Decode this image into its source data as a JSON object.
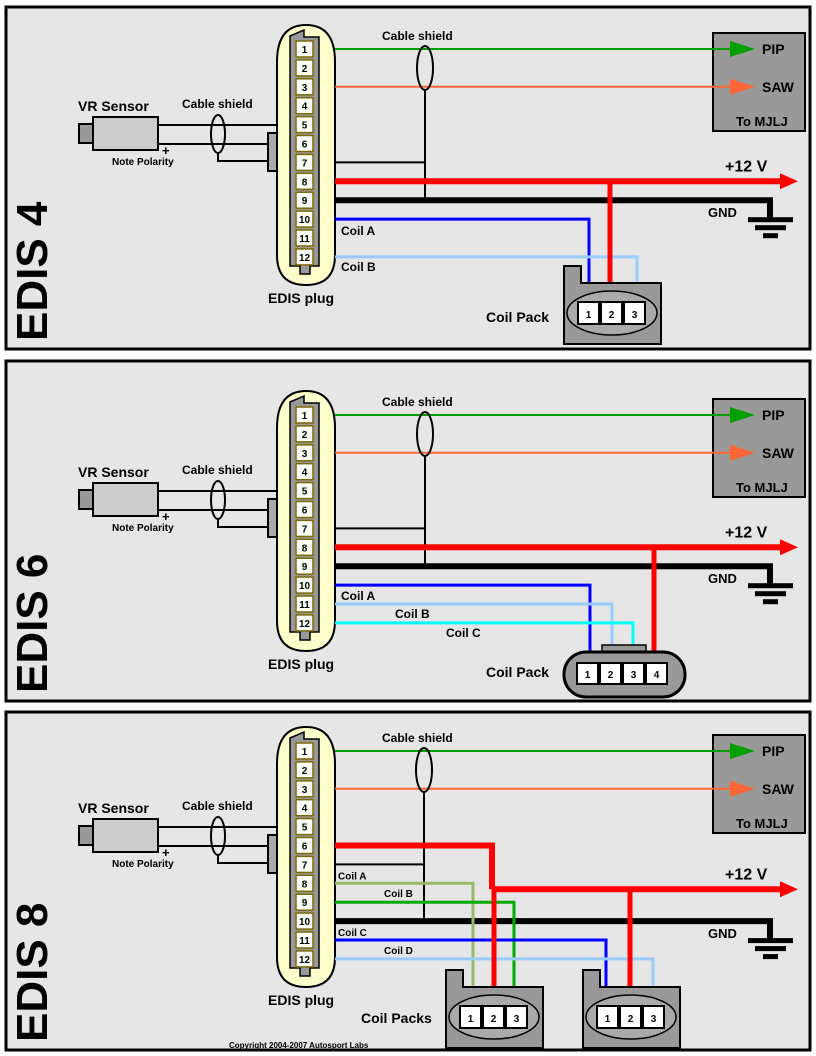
{
  "colors": {
    "panel_bg": "#e6e6e6",
    "plug_body": "#ffffcc",
    "plug_core": "#999999",
    "pin_border": "#7a6a00",
    "pip_wire": "#00a000",
    "saw_wire": "#ff6633",
    "power": "#ff0000",
    "ground": "#000000",
    "coil_blue": "#0000ff",
    "coil_lightblue": "#99ccff",
    "coil_cyan": "#00ffff",
    "coil_olive": "#99bb66",
    "coil_green": "#00aa00",
    "mjlj_box": "#999999",
    "coilpack_body": "#999999",
    "sensor_body": "#cccccc"
  },
  "common": {
    "vr_sensor": "VR Sensor",
    "cable_shield": "Cable shield",
    "note_polarity": "Note Polarity",
    "plus_sign": "+",
    "edis_plug": "EDIS plug",
    "pip": "PIP",
    "saw": "SAW",
    "to_mjlj": "To MJLJ",
    "plus12v": "+12 V",
    "gnd": "GND",
    "pins": [
      "1",
      "2",
      "3",
      "4",
      "5",
      "6",
      "7",
      "8",
      "9",
      "10",
      "11",
      "12"
    ]
  },
  "panels": [
    {
      "title": "EDIS 4",
      "coil_pack_label": "Coil Pack",
      "coil_labels": [
        "Coil A",
        "Coil B"
      ],
      "coil_pack_pins": [
        "1",
        "2",
        "3"
      ]
    },
    {
      "title": "EDIS 6",
      "coil_pack_label": "Coil Pack",
      "coil_labels": [
        "Coil A",
        "Coil B",
        "Coil C"
      ],
      "coil_pack_pins": [
        "1",
        "2",
        "3",
        "4"
      ]
    },
    {
      "title": "EDIS 8",
      "coil_pack_label": "Coil Packs",
      "coil_labels": [
        "Coil A",
        "Coil B",
        "Coil C",
        "Coil D"
      ],
      "coil_pack_pins": [
        "1",
        "2",
        "3"
      ],
      "copyright": "Copyright 2004-2007 Autosport Labs"
    }
  ]
}
